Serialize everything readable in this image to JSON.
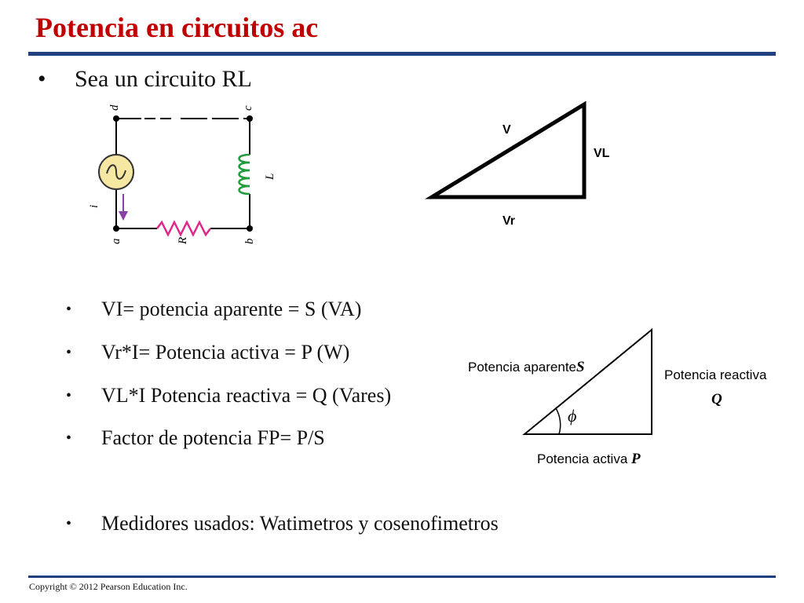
{
  "slide": {
    "title": "Potencia en circuitos ac",
    "footer": "Copyright © 2012 Pearson Education Inc.",
    "accent_color": "#c00000",
    "rule_color": "#1f3f7f"
  },
  "main_bullet": {
    "marker": "•",
    "text": "Sea un circuito RL"
  },
  "circuit": {
    "nodes": {
      "a": "a",
      "b": "b",
      "c": "c",
      "d": "d"
    },
    "current_label": "i",
    "resistor_label": "R",
    "inductor_label": "L",
    "source_icon": "ac-source-icon"
  },
  "voltage_triangle": {
    "hypotenuse": "V",
    "vertical": "VL",
    "base": "Vr"
  },
  "sub_bullets": [
    {
      "marker": "•",
      "text": "VI= potencia aparente = S (VA)"
    },
    {
      "marker": "•",
      "text": "Vr*I= Potencia activa = P (W)"
    },
    {
      "marker": "•",
      "text": "VL*I Potencia reactiva = Q (Vares)"
    },
    {
      "marker": "•",
      "text": "Factor de potencia FP= P/S"
    },
    {
      "marker": "•",
      "text": "Medidores usados: Watimetros y cosenofimetros"
    }
  ],
  "power_triangle": {
    "hypotenuse_label": "Potencia aparente",
    "hypotenuse_symbol": "S",
    "vertical_label": "Potencia reactiva",
    "vertical_symbol": "Q",
    "base_label": "Potencia activa",
    "base_symbol": "P",
    "angle_symbol": "ϕ"
  }
}
